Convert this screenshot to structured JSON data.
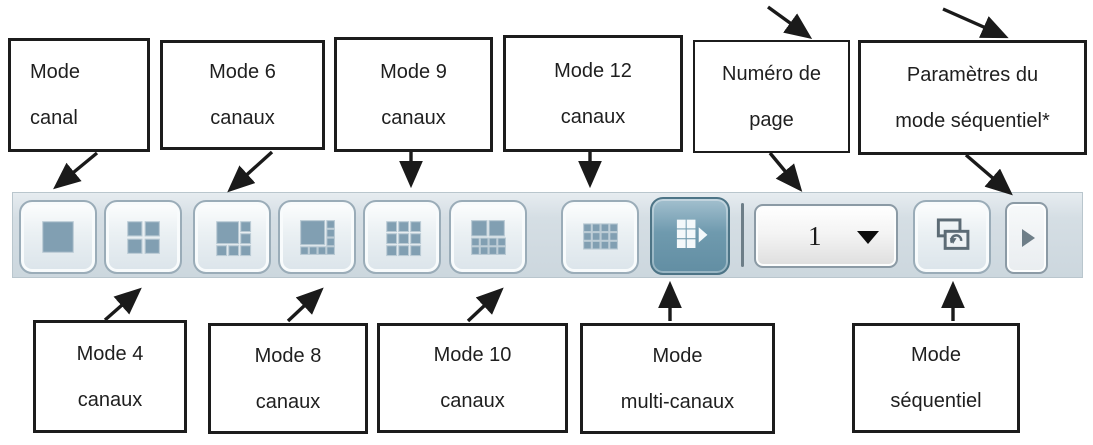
{
  "labels": {
    "top": [
      {
        "line1": "Mode",
        "line2": "canal"
      },
      {
        "line1": "Mode 6",
        "line2": "canaux"
      },
      {
        "line1": "Mode 9",
        "line2": "canaux"
      },
      {
        "line1": "Mode 12",
        "line2": "canaux"
      },
      {
        "line1": "Numéro de",
        "line2": "page"
      },
      {
        "line1": "Paramètres du",
        "line2": "mode séquentiel*"
      }
    ],
    "bottom": [
      {
        "line1": "Mode 4",
        "line2": "canaux"
      },
      {
        "line1": "Mode 8",
        "line2": "canaux"
      },
      {
        "line1": "Mode 10",
        "line2": "canaux"
      },
      {
        "line1": "Mode",
        "line2": "multi-canaux"
      },
      {
        "line1": "Mode",
        "line2": "séquentiel"
      }
    ]
  },
  "toolbar": {
    "buttons": [
      {
        "name": "single-channel-mode",
        "icon": "grid-1-icon",
        "active": false
      },
      {
        "name": "four-channel-mode",
        "icon": "grid-4-icon",
        "active": false
      },
      {
        "name": "six-channel-mode",
        "icon": "grid-6-icon",
        "active": false
      },
      {
        "name": "eight-channel-mode",
        "icon": "grid-8-icon",
        "active": false
      },
      {
        "name": "nine-channel-mode",
        "icon": "grid-9-icon",
        "active": false
      },
      {
        "name": "ten-channel-mode",
        "icon": "grid-10-icon",
        "active": false
      },
      {
        "name": "twelve-channel-mode",
        "icon": "grid-12-icon",
        "active": false
      },
      {
        "name": "multi-channel-mode",
        "icon": "multi-channel-grid-icon",
        "active": true
      },
      {
        "name": "sequential-mode",
        "icon": "sequential-mode-icon",
        "active": false
      },
      {
        "name": "sequential-settings",
        "icon": "play-arrow-icon",
        "active": false
      }
    ],
    "page_selector": {
      "value": "1",
      "icon": "caret-down-icon"
    }
  },
  "colors": {
    "active_button": "#6f9aae",
    "toolbar_bg": "#d5dee4",
    "icon_cell": "#819fb2",
    "arrow": "#1a1a1a"
  }
}
